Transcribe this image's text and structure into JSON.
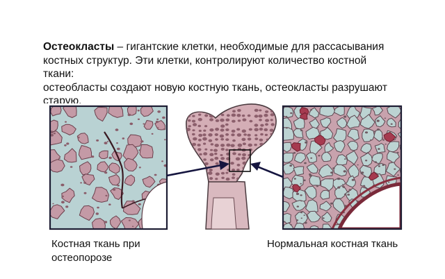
{
  "description": {
    "term": "Остеокласты",
    "dash": " –  ",
    "line1_rest": "гигантские клетки, необходимые для рассасывания",
    "line2": "костных структур. Эти клетки, контролируют количество костной",
    "line3": "ткани:",
    "line4": "остеобласты создают новую костную ткань, остеокласты разрушают",
    "line5": "старую."
  },
  "captions": {
    "left_line1": "Костная ткань при",
    "left_line2": "остеопорозе",
    "right": "Нормальная костная ткань"
  },
  "colors": {
    "bone_pink": "#c49aa6",
    "marrow_blue": "#b9d2d3",
    "frame": "#1d1d33",
    "arrow": "#15153f"
  }
}
